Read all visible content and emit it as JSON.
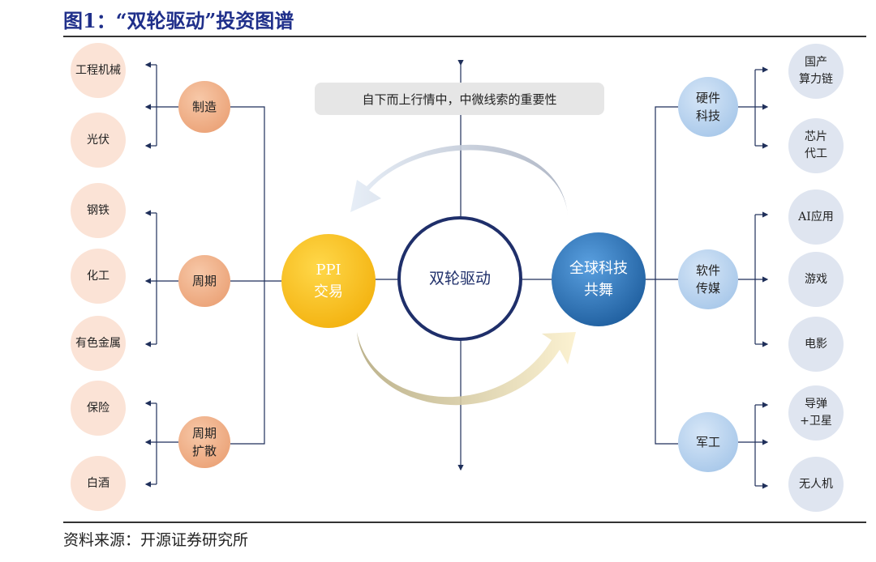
{
  "title": "图1：“双轮驱动”投资图谱",
  "source": "资料来源：开源证券研究所",
  "banner": "自下而上行情中，中微线索的重要性",
  "center": "双轮驱动",
  "ppi": [
    "PPI",
    "交易"
  ],
  "global_tech": [
    "全球科技",
    "共舞"
  ],
  "left_groups": [
    {
      "label": [
        "制造"
      ],
      "leaves": [
        "工程机械",
        "光伏"
      ]
    },
    {
      "label": [
        "周期"
      ],
      "leaves": [
        "钢铁",
        "化工",
        "有色金属"
      ]
    },
    {
      "label": [
        "周期",
        "扩散"
      ],
      "leaves": [
        "保险",
        "白酒"
      ]
    }
  ],
  "right_groups": [
    {
      "label": [
        "硬件",
        "科技"
      ],
      "leaves": [
        [
          "国产",
          "算力链"
        ],
        [
          "芯片",
          "代工"
        ]
      ]
    },
    {
      "label": [
        "软件",
        "传媒"
      ],
      "leaves": [
        [
          "AI应用"
        ],
        [
          "游戏"
        ],
        [
          "电影"
        ]
      ]
    },
    {
      "label": [
        "军工"
      ],
      "leaves": [
        [
          "导弹",
          "+卫星"
        ],
        [
          "无人机"
        ]
      ]
    }
  ],
  "colors": {
    "title": "#1f2f8a",
    "orange": "#e8996b",
    "blue": "#9cc0e6",
    "ppi": "#f5b800",
    "tech": "#1f6fb0"
  }
}
